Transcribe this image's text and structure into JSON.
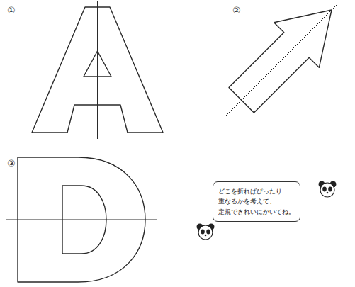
{
  "diagram": {
    "nodes": [
      {
        "text": [
          "どこを折ればぴったり 重なるかを考えて、 定規できれいにかいてね。"
        ]
      }
    ],
    "labels": [
      "①",
      "②",
      "③"
    ]
  }
}
